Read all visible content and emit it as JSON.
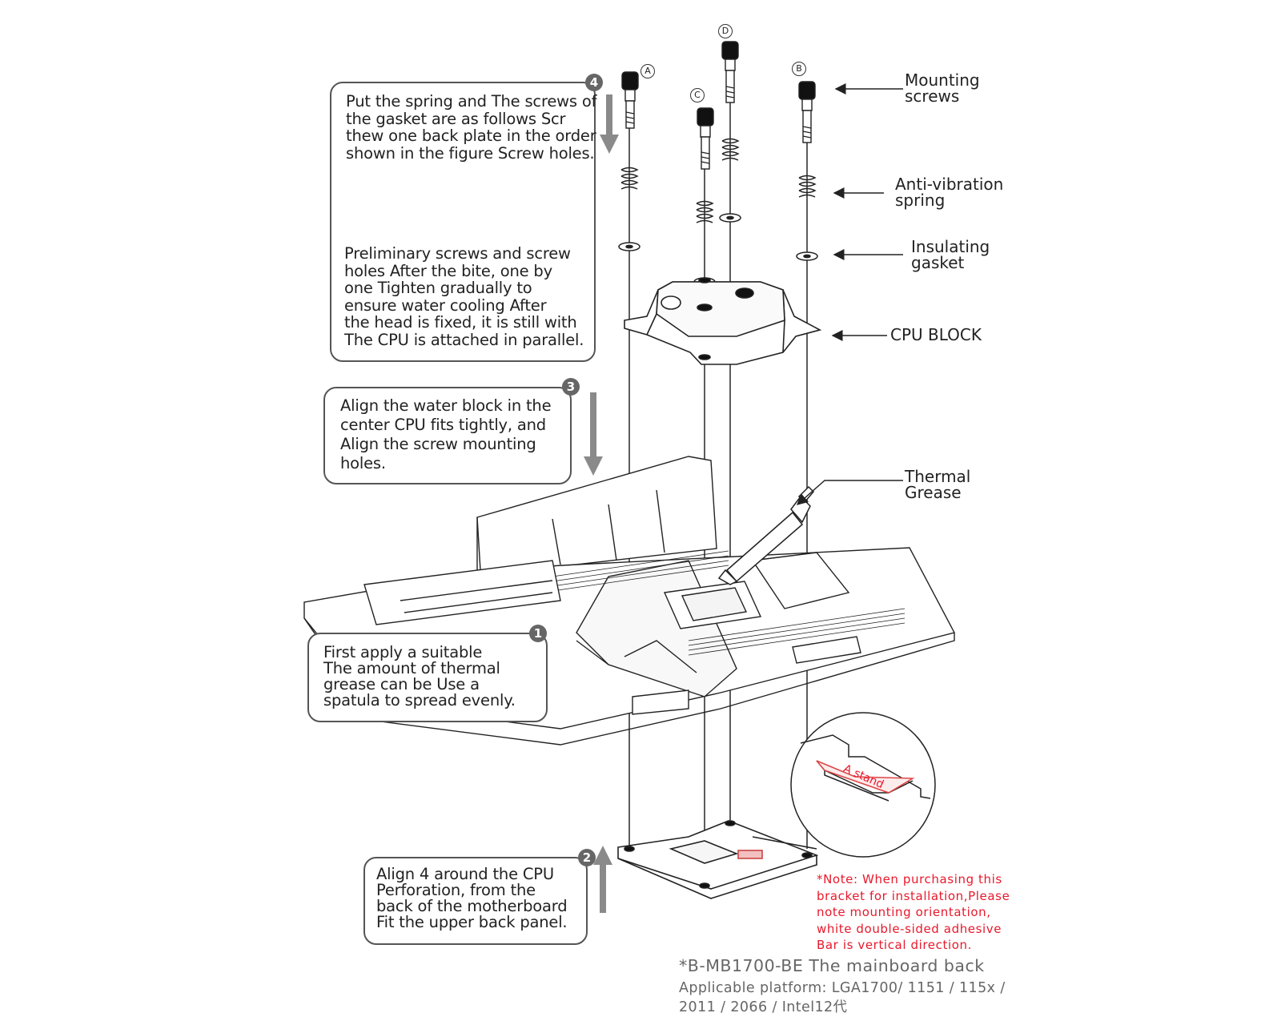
{
  "steps": [
    {
      "number": "4",
      "text": "Put the spring and The screws of\nthe gasket are as follows Scr\nthew one back plate  in the order\nshown in the figure Screw holes.",
      "text2": "Preliminary screws and screw\nholes After the bite, one by\none Tighten gradually to\nensure water cooling After\nthe head is fixed, it is still with\nThe CPU is attached in parallel."
    },
    {
      "number": "3",
      "text": "Align the water block in the\ncenter CPU fits tightly, and\nAlign the screw mounting\nholes."
    },
    {
      "number": "1",
      "text": "First apply a suitable\n The amount of thermal\ngrease can be Use a\nspatula to spread evenly."
    },
    {
      "number": "2",
      "text": "Align 4 around the CPU\nPerforation, from the\nback of the motherboard\nFit the upper back panel."
    }
  ],
  "callouts": {
    "mounting_screws": "Mounting\nscrews",
    "anti_vibration_spring": "Anti-vibration\nspring",
    "insulating_gasket": "Insulating\ngasket",
    "cpu_block": "CPU BLOCK",
    "thermal_grease": "Thermal\nGrease"
  },
  "screw_labels": {
    "a": "A",
    "b": "B",
    "c": "C",
    "d": "D"
  },
  "inset_label": "A stand",
  "note": "*Note: When purchasing this\nbracket for installation,Please\nnote mounting orientation,\nwhite double-sided adhesive\nBar is vertical direction.",
  "footer": {
    "title": "*B-MB1700-BE The mainboard back",
    "platform": "Applicable platform:  LGA1700/ 1151 / 115x /\n2011 /  2066 / Intel12代"
  },
  "colors": {
    "note_red": "#e8192c",
    "line": "#333333",
    "arrow_gray": "#8a8a8a"
  }
}
